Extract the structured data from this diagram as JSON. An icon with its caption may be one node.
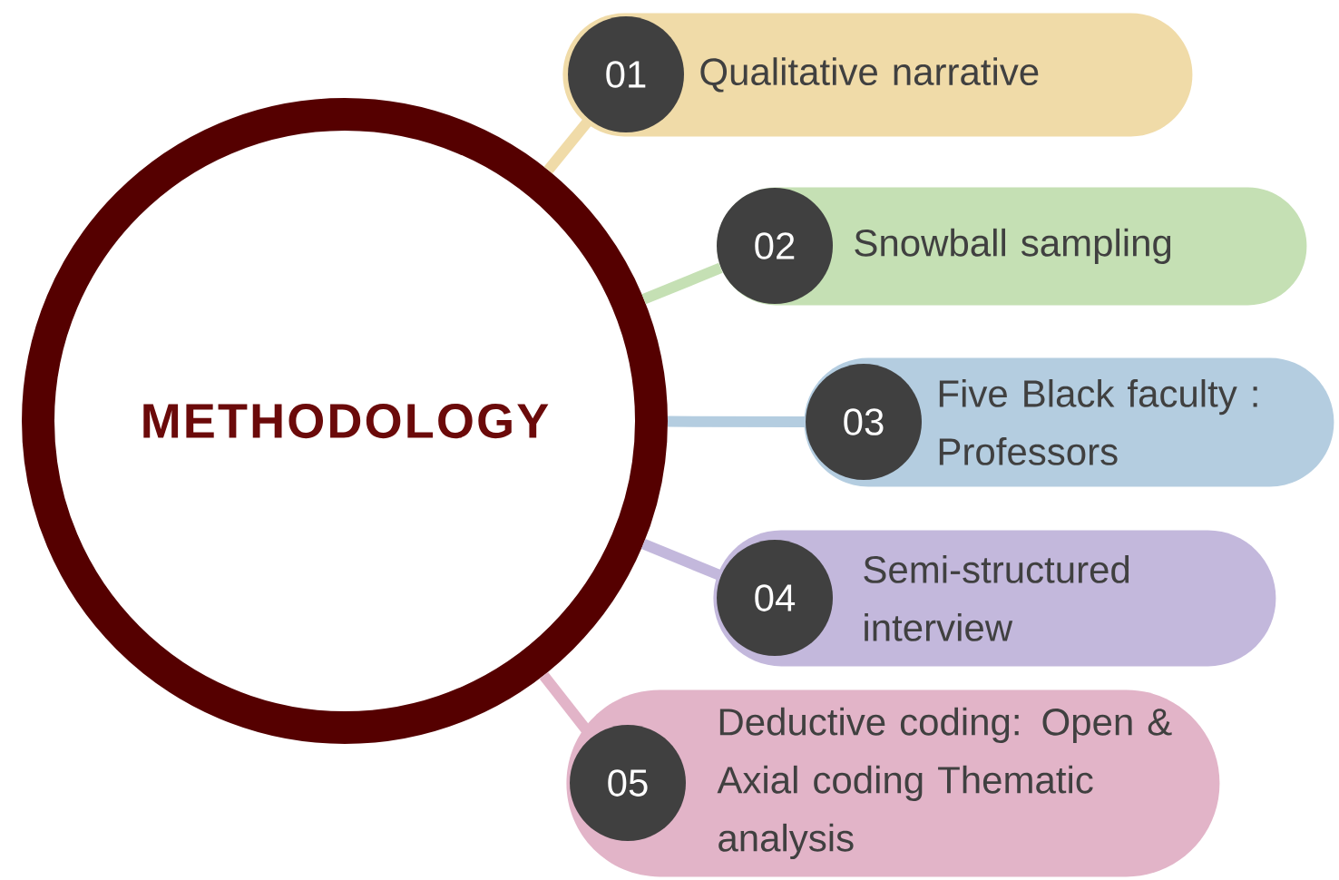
{
  "diagram": {
    "nodes": [
      {
        "text": [
          "METHODOLOGY"
        ]
      },
      {
        "text": [
          "Qualitative narrative"
        ]
      },
      {
        "text": [
          "01"
        ],
        "in": 1
      },
      {
        "text": [
          "Snowball sampling"
        ]
      },
      {
        "text": [
          "02"
        ],
        "in": 3
      },
      {
        "text": [
          "Five Black faculty : Professors"
        ]
      },
      {
        "text": [
          "03"
        ],
        "in": 5
      },
      {
        "text": [
          "Semi-structured interview"
        ]
      },
      {
        "text": [
          "04"
        ],
        "in": 7
      },
      {
        "text": [
          "Deductive coding: Open & Axial coding Thematic analysis"
        ]
      },
      {
        "text": [
          "05"
        ],
        "in": 9
      }
    ],
    "edges": [
      {
        "from": 0,
        "to": 2,
        "arrow": "none",
        "color": "#f0dba8"
      },
      {
        "from": 0,
        "to": 4,
        "arrow": "none",
        "color": "#c5e0b4"
      },
      {
        "from": 0,
        "to": 6,
        "arrow": "none",
        "color": "#b4cde0"
      },
      {
        "from": 0,
        "to": 8,
        "arrow": "none",
        "color": "#c3b8dc"
      },
      {
        "from": 0,
        "to": 10,
        "arrow": "none",
        "color": "#e2b4c8"
      }
    ]
  }
}
